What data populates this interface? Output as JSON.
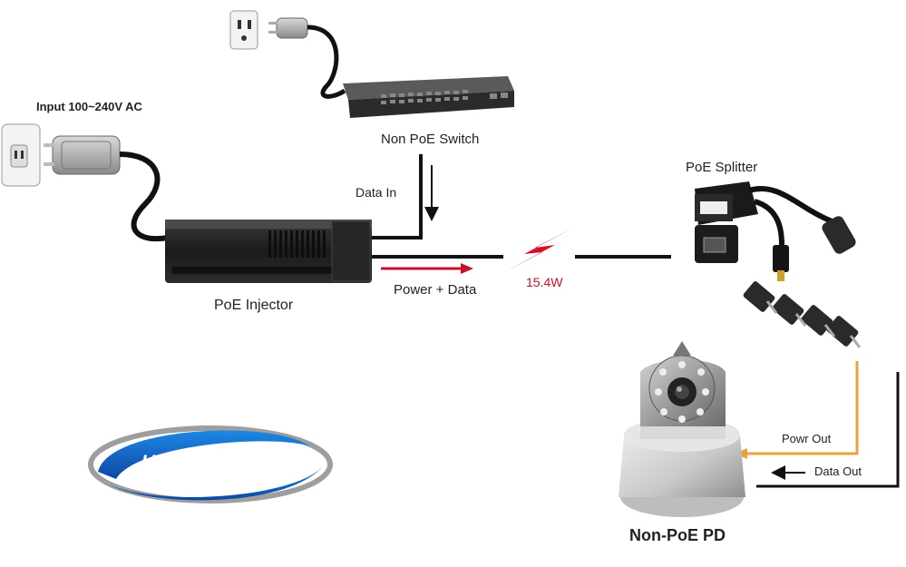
{
  "labels": {
    "input_ac": "Input 100~240V AC",
    "switch": "Non PoE Switch",
    "data_in": "Data In",
    "injector": "PoE Injector",
    "power_data": "Power + Data",
    "wattage": "15.4W",
    "splitter": "PoE Splitter",
    "powr_out": "Powr Out",
    "data_out": "Data Out",
    "pd": "Non-PoE PD"
  },
  "logo": {
    "text": "UTPFiber.Com"
  },
  "colors": {
    "cable": "#111111",
    "power_arrow": "#c8102e",
    "power_out": "#e8a33a",
    "logo_blue": "#1565c0",
    "logo_grey": "#9e9e9e"
  },
  "icons": [
    "wall-outlet-icon",
    "power-plug-icon",
    "network-switch-icon",
    "poe-injector-icon",
    "lightning-bolt-icon",
    "poe-splitter-icon",
    "dc-adapter-tip-icon",
    "ip-camera-icon"
  ]
}
